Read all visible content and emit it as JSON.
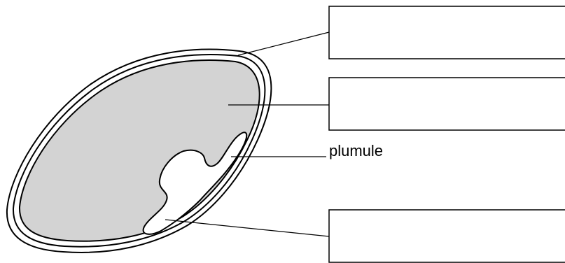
{
  "diagram": {
    "labels": {
      "plumule": "plumule"
    },
    "answer_boxes": [
      {
        "id": "box-top",
        "value": ""
      },
      {
        "id": "box-middle",
        "value": ""
      },
      {
        "id": "box-bottom",
        "value": ""
      }
    ],
    "colors": {
      "outline": "#000000",
      "cotyledon_fill": "#d3d3d3",
      "background": "#ffffff"
    }
  }
}
